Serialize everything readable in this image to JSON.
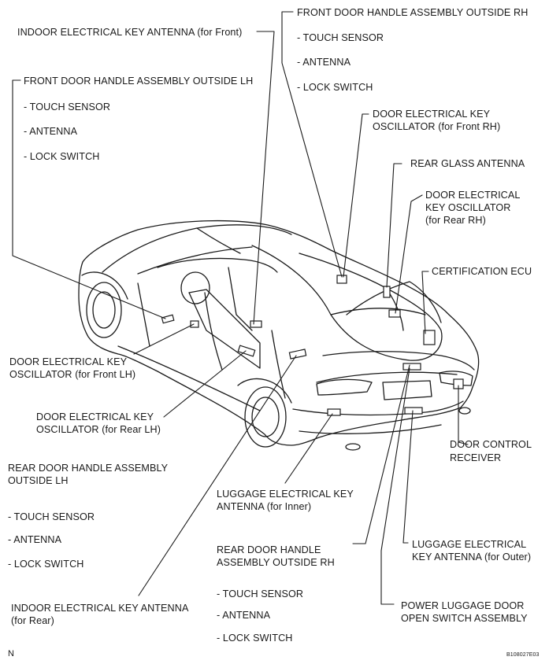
{
  "labels": {
    "indoor_front": "INDOOR ELECTRICAL KEY ANTENNA (for Front)",
    "front_rh_title": "FRONT DOOR HANDLE ASSEMBLY OUTSIDE RH",
    "front_rh_touch": "- TOUCH SENSOR",
    "front_rh_antenna": "- ANTENNA",
    "front_rh_lock": "- LOCK SWITCH",
    "front_lh_title": "FRONT DOOR HANDLE ASSEMBLY OUTSIDE LH",
    "front_lh_touch": "- TOUCH SENSOR",
    "front_lh_antenna": "- ANTENNA",
    "front_lh_lock": "- LOCK SWITCH",
    "osc_front_rh_1": "DOOR ELECTRICAL KEY",
    "osc_front_rh_2": "OSCILLATOR (for Front RH)",
    "rear_glass": "REAR GLASS ANTENNA",
    "osc_rear_rh_1": "DOOR ELECTRICAL",
    "osc_rear_rh_2": "KEY OSCILLATOR",
    "osc_rear_rh_3": "(for Rear RH)",
    "cert_ecu": "CERTIFICATION ECU",
    "osc_front_lh_1": "DOOR ELECTRICAL KEY",
    "osc_front_lh_2": "OSCILLATOR (for Front LH)",
    "osc_rear_lh_1": "DOOR ELECTRICAL KEY",
    "osc_rear_lh_2": "OSCILLATOR (for Rear LH)",
    "door_ctrl_1": "DOOR CONTROL",
    "door_ctrl_2": "RECEIVER",
    "rear_lh_title_1": "REAR DOOR HANDLE ASSEMBLY",
    "rear_lh_title_2": "OUTSIDE LH",
    "rear_lh_touch": "- TOUCH SENSOR",
    "rear_lh_antenna": "- ANTENNA",
    "rear_lh_lock": "- LOCK SWITCH",
    "lug_inner_1": "LUGGAGE ELECTRICAL KEY",
    "lug_inner_2": "ANTENNA (for Inner)",
    "rear_rh_title_1": "REAR DOOR HANDLE",
    "rear_rh_title_2": "ASSEMBLY OUTSIDE RH",
    "rear_rh_touch": "- TOUCH SENSOR",
    "rear_rh_antenna": "- ANTENNA",
    "rear_rh_lock": "- LOCK SWITCH",
    "lug_outer_1": "LUGGAGE ELECTRICAL",
    "lug_outer_2": "KEY ANTENNA (for Outer)",
    "indoor_rear_1": "INDOOR ELECTRICAL KEY ANTENNA",
    "indoor_rear_2": "(for Rear)",
    "power_lug_1": "POWER LUGGAGE DOOR",
    "power_lug_2": "OPEN SWITCH ASSEMBLY",
    "corner_n": "N",
    "figure_code": "B108027E03"
  },
  "colors": {
    "ink": "#1a1a1a",
    "background": "#ffffff"
  }
}
